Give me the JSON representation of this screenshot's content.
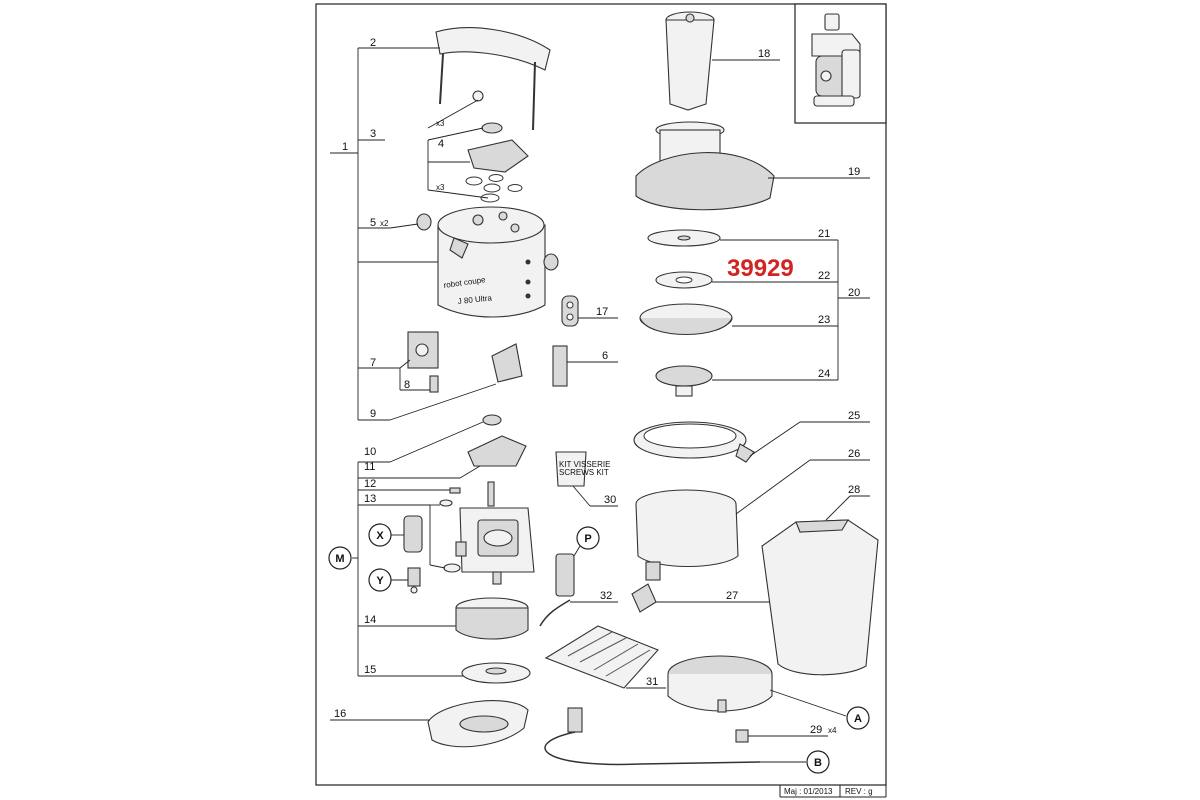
{
  "reference_number": "39929",
  "footer": {
    "date": "Maj : 01/2013",
    "revision": "REV : g"
  },
  "callouts": {
    "c1": "1",
    "c2": "2",
    "c3": "3",
    "c4": "4",
    "c5": "5",
    "c5_qty": "x2",
    "c6": "6",
    "c7": "7",
    "c8": "8",
    "c9": "9",
    "c10": "10",
    "c11": "11",
    "c12": "12",
    "c13": "13",
    "c14": "14",
    "c15": "15",
    "c16": "16",
    "c17": "17",
    "c18": "18",
    "c19": "19",
    "c20": "20",
    "c21": "21",
    "c22": "22",
    "c23": "23",
    "c24": "24",
    "c25": "25",
    "c26": "26",
    "c27": "27",
    "c28": "28",
    "c29": "29",
    "c29_qty": "x4",
    "c30": "30",
    "c31": "31",
    "c32": "32",
    "x3_top": "x3",
    "x3_bottom": "x3"
  },
  "circled": {
    "M": "M",
    "X": "X",
    "Y": "Y",
    "P": "P",
    "A": "A",
    "B": "B"
  },
  "housing_brand": "robot coupe",
  "housing_model": "J 80 Ultra",
  "kit_label_line1": "KIT VISSERIE",
  "kit_label_line2": "SCREWS KIT"
}
